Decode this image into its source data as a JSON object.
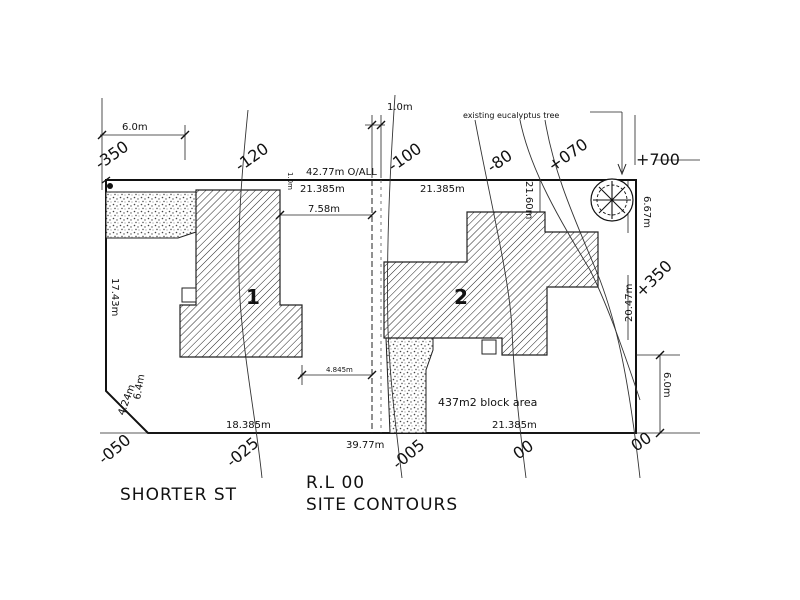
{
  "contours": {
    "top": [
      "-350",
      "-120",
      "-100",
      "-80",
      "+070",
      "+700"
    ],
    "right": "+350",
    "bottom": [
      "-050",
      "-025",
      "-005",
      "00",
      "00"
    ]
  },
  "dimensions": {
    "top_setback": "6.0m",
    "top_small_gap": "1.0m",
    "overall_frontage": "42.77m O/ALL",
    "lot1_rear": "21.385m",
    "lot2_rear": "21.385m",
    "lot1_rear_setback": "1.0m",
    "house_gap": "7.58m",
    "lot1_depth": "17.43m",
    "lot2_house_rear_setback": "21.60m",
    "right_upper": "6.67m",
    "right_side": "20.47m",
    "right_lower": "6.0m",
    "chamfer_a": "4.24m",
    "chamfer_b": "6.4m",
    "driveway_width": "4.845m",
    "lot1_front": "18.385m",
    "frontage_total": "39.77m",
    "lot2_front": "21.385m"
  },
  "lots": {
    "lot1": "1",
    "lot2": "2",
    "block_area": "437m2  block area"
  },
  "annotations": {
    "tree": "existing eucalyptus tree"
  },
  "labels": {
    "street": "SHORTER ST",
    "rl": "R.L 00",
    "subtitle": "SITE CONTOURS"
  }
}
